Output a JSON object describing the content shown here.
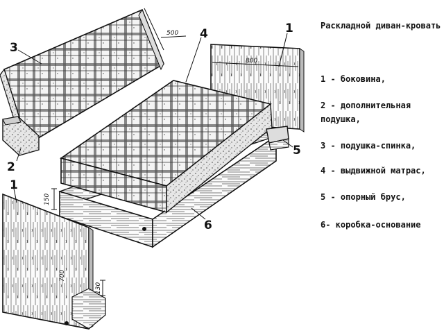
{
  "title": "Раскладной диван-кровать",
  "legend": [
    "1 - боковина,",
    "2 - дополнительная подушка,",
    "3 - подушка-спинка,",
    "4 - выдвижной матрас,",
    "5 - опорный брус,",
    "6- коробка-основание"
  ],
  "callouts": {
    "c1_top": "1",
    "c1_left": "1",
    "c2": "2",
    "c3": "3",
    "c4": "4",
    "c5": "5",
    "c6": "6"
  },
  "dimensions": {
    "d500": "500",
    "d800": "800",
    "d150": "150",
    "d700": "700",
    "d130": "130"
  }
}
